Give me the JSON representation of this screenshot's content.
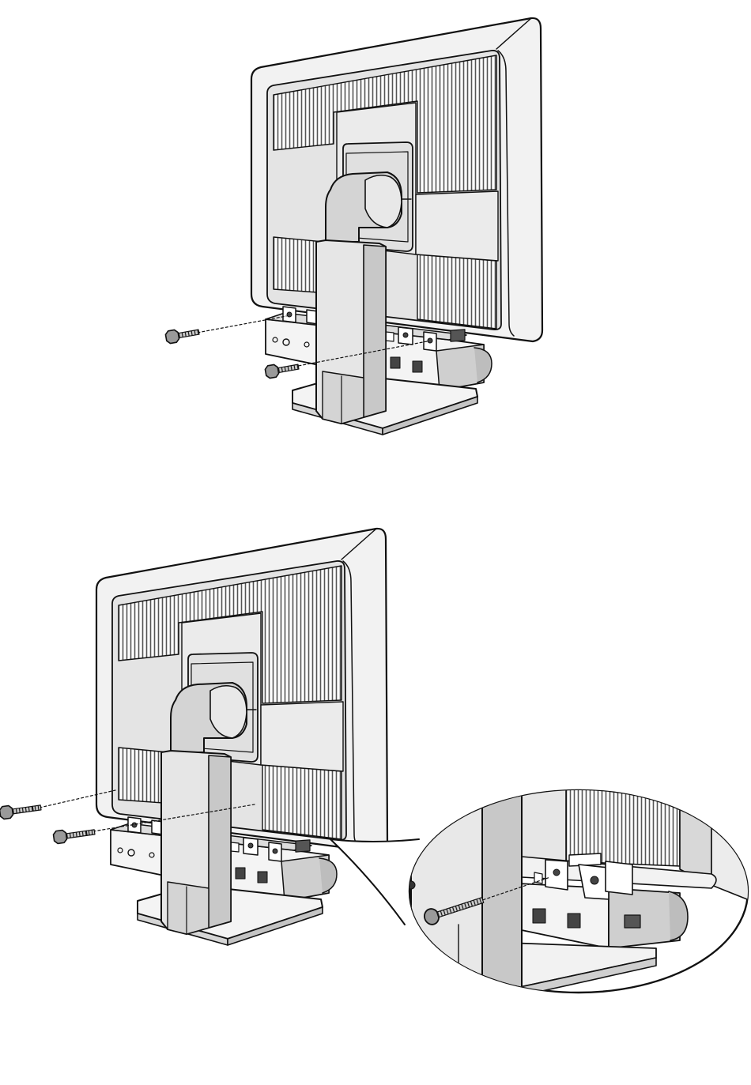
{
  "figure": {
    "panels": [
      {
        "id": "monitor-rear-view",
        "screws": 2
      },
      {
        "id": "monitor-rear-view-with-detail",
        "screws": 2,
        "detail_inset": true
      }
    ]
  },
  "colors": {
    "outline": "#111111",
    "light_fill": "#f0f0f0",
    "mid_fill": "#d6d6d6",
    "dark_fill": "#bdbdbd",
    "vent": "#555555",
    "background": "#ffffff"
  },
  "icons": [
    "screw-icon",
    "guide-line",
    "magnifier-callout"
  ]
}
